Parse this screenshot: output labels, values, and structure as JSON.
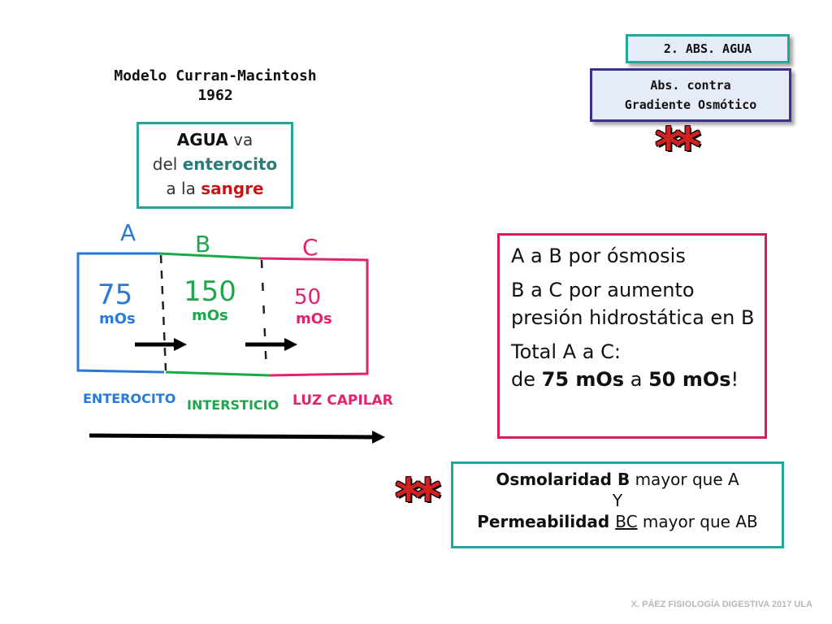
{
  "tag": {
    "label": "2. ABS. AGUA"
  },
  "subtag": {
    "line1": "Abs. contra",
    "line2": "Gradiente Osmótico"
  },
  "stars": {
    "top": "**",
    "bottom": "**"
  },
  "model": {
    "name": "Modelo Curran-Macintosh",
    "year": "1962"
  },
  "agua_box": {
    "w1": "AGUA",
    "w2": " va",
    "w3": "del ",
    "w4": "enterocito",
    "w5": "a la ",
    "w6": "sangre"
  },
  "diagram": {
    "compartments": [
      {
        "letter": "A",
        "value": "75",
        "unit": "mOs",
        "name": "ENTEROCITO",
        "color": "#2979d6"
      },
      {
        "letter": "B",
        "value": "150",
        "unit": "mOs",
        "name": "INTERSTICIO",
        "color": "#1aa84a"
      },
      {
        "letter": "C",
        "value": "50",
        "unit": "mOs",
        "name": "LUZ CAPILAR",
        "color": "#e2226e"
      }
    ]
  },
  "summary": {
    "line1": "A a B por ósmosis",
    "line2": "B a C por aumento presión hidrostática en B",
    "line3": "Total A a C:",
    "line4a": "de ",
    "line4b": "75 mOs",
    "line4c": " a ",
    "line4d": "50 mOs",
    "line4e": "!"
  },
  "osm_box": {
    "a1": "Osmolaridad B",
    "a2": " mayor que A",
    "mid": "Y",
    "b1": "Permeabilidad ",
    "b2": "BC",
    "b3": " mayor que AB"
  },
  "footer": {
    "text": "X. PÁEZ   FISIOLOGÍA DIGESTIVA 2017 ULA"
  }
}
